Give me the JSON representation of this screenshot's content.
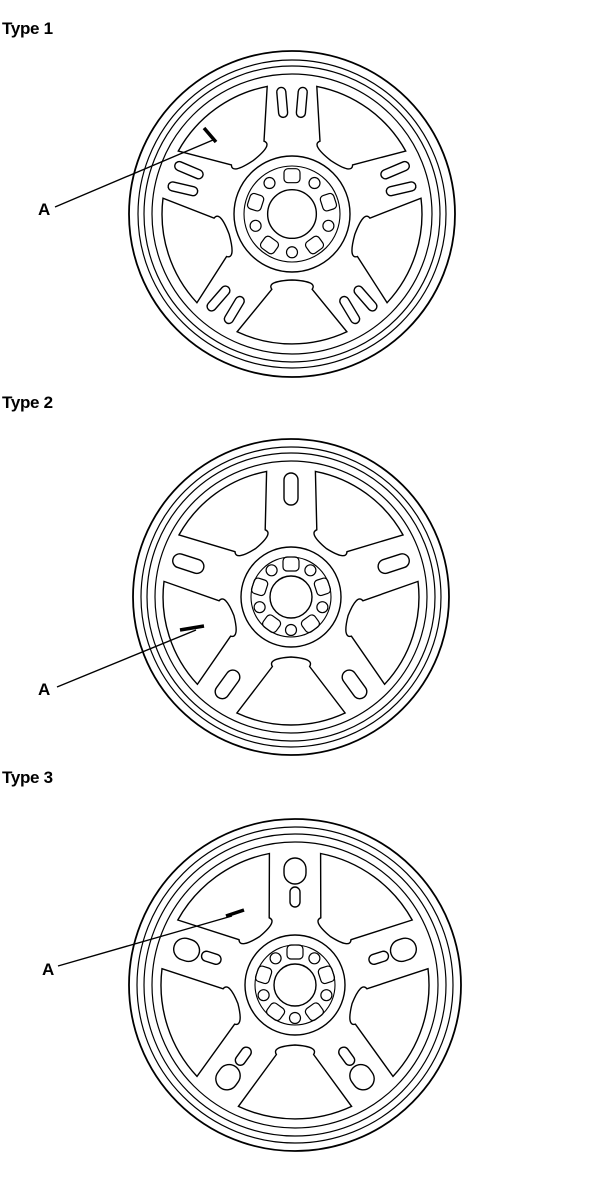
{
  "colors": {
    "stroke": "#000000",
    "background": "#ffffff"
  },
  "wheels": [
    {
      "title": "Type 1",
      "callout": "A",
      "spokes": 5,
      "style": "type1"
    },
    {
      "title": "Type 2",
      "callout": "A",
      "spokes": 5,
      "style": "type2"
    },
    {
      "title": "Type 3",
      "callout": "A",
      "spokes": 5,
      "style": "type3"
    }
  ]
}
